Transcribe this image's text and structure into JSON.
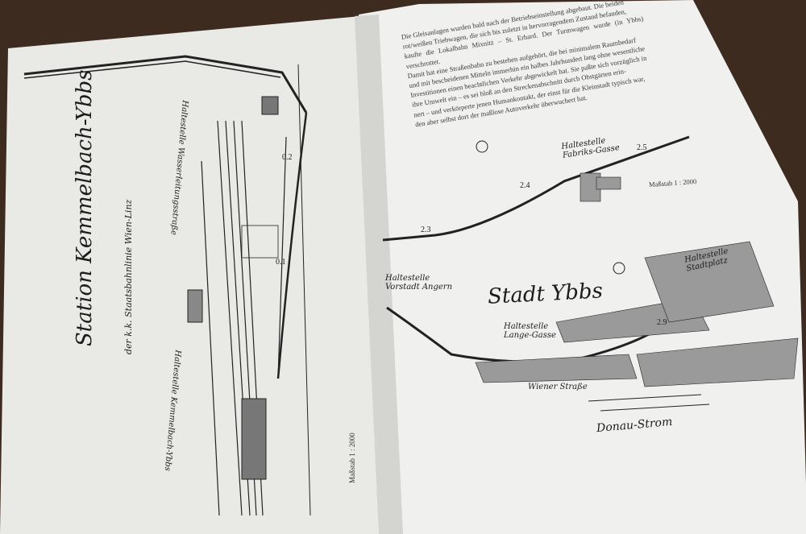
{
  "left_page": {
    "title": "Station Kemmelbach-Ybbs",
    "subtitle": "der k.k. Staatsbahnlinie Wien-Linz",
    "scale": "Maßstab 1 : 2000",
    "stop_labels": [
      "Haltestelle Wasserleitungsstraße",
      "Haltestelle Kemmelbach-Ybbs"
    ],
    "km_markers": [
      "0.2",
      "0.1"
    ]
  },
  "right_page": {
    "paragraph": [
      "Die Gleisanlagen wurden bald nach der Betriebseinstellung abgebaut. Die beiden",
      "rot/weißen Triebwagen, die sich bis zuletzt in hervorragendem Zustand befanden,",
      "kaufte die Lokalbahn Mixnitz – St. Erhard. Der Turmwagen wurde (in Ybbs) verschrottet.",
      "Damit hat eine Straßenbahn zu bestehen aufgehört, die bei minimalem Raumbedarf",
      "und mit bescheidenen Mitteln immerhin ein halbes Jahrhundert lang ohne wesentliche",
      "Investitionen einen beachtlichen Verkehr abgewickelt hat. Sie paßte sich vorzüglich in",
      "ihre Umwelt ein – es sei bloß an den Streckenabschnitt durch Obstgärten erin-",
      "nert – und verkörperte jenen Humankontakt, der einst für die Kleinstadt typisch war,",
      "den aber selbst dort der maßlose Autoverkehr überwuchert hat."
    ],
    "scale": "Maßstab 1 : 2000",
    "town": "Stadt Ybbs",
    "stops": [
      {
        "kind": "Haltestelle",
        "name": "Fabriks-Gasse"
      },
      {
        "kind": "Haltestelle",
        "name": "Vorstadt Angern"
      },
      {
        "kind": "Haltestelle",
        "name": "Lange-Gasse"
      },
      {
        "kind": "Haltestelle",
        "name": "Stadtplatz"
      }
    ],
    "km_markers": [
      "2.3",
      "2.4",
      "2.5",
      "2.9"
    ],
    "street": "Wiener Straße",
    "river": "Donau-Strom"
  }
}
